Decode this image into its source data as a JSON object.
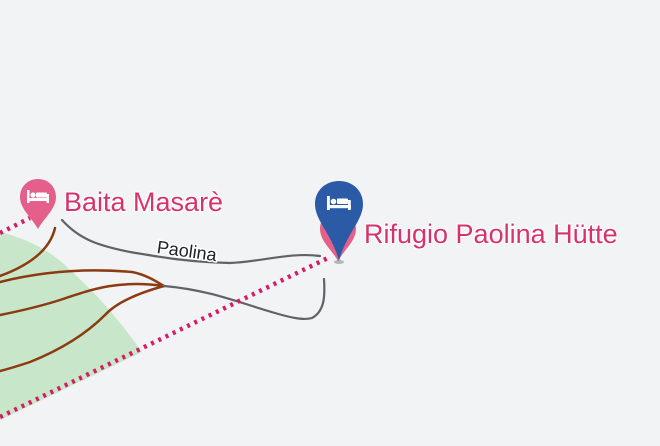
{
  "map": {
    "pois": [
      {
        "name": "Baita Masarè",
        "icon": "hotel-bed-icon",
        "color": "#e4608a"
      },
      {
        "name": "Rifugio Paolina Hütte",
        "icon": "hotel-bed-icon",
        "color": "#e4608a",
        "selected": true,
        "selected_pin_color": "#2b5aa7"
      }
    ],
    "road_label": "Paolina",
    "colors": {
      "background": "#f1f3f4",
      "forest": "#c8e6c9",
      "road": "#5f6368",
      "trail": "#8b3a12",
      "aerialway": "#d81b60",
      "label": "#d6336c"
    }
  }
}
